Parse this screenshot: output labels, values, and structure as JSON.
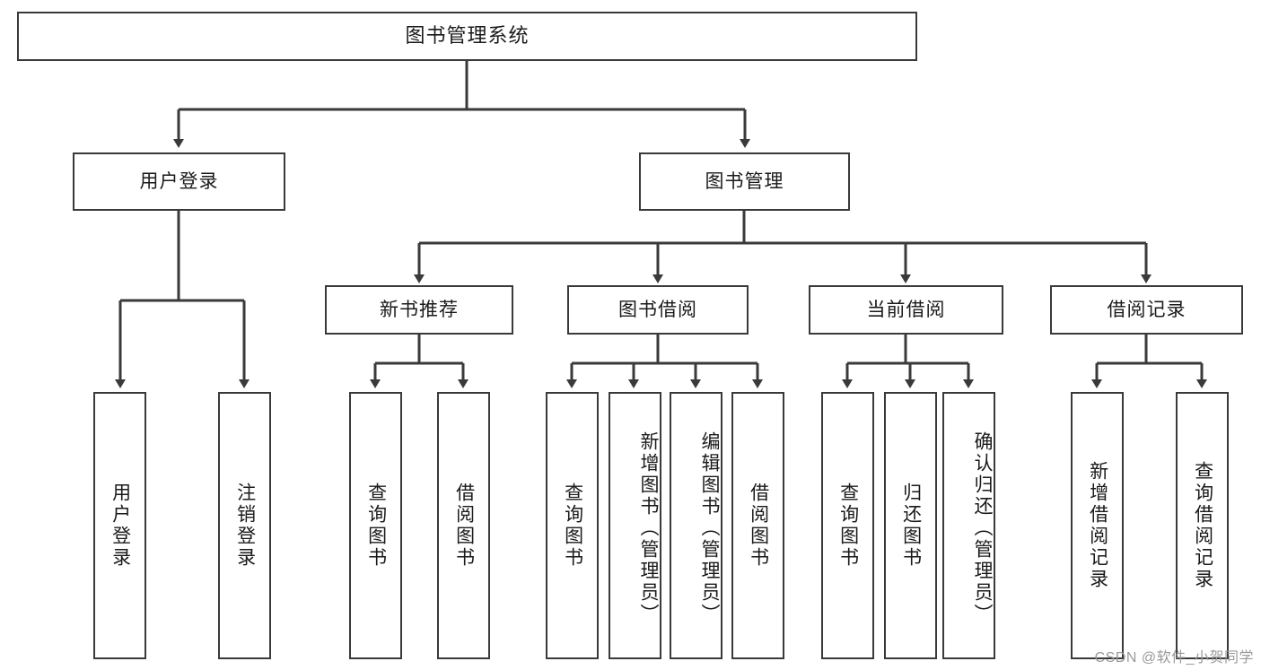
{
  "diagram": {
    "type": "tree-hierarchy",
    "title": "图书管理系统",
    "root": {
      "label": "图书管理系统",
      "children": [
        {
          "label": "用户登录",
          "children": [
            {
              "label": "用户登录"
            },
            {
              "label": "注销登录"
            }
          ]
        },
        {
          "label": "图书管理",
          "children": [
            {
              "label": "新书推荐",
              "children": [
                {
                  "label": "查询图书"
                },
                {
                  "label": "借阅图书"
                }
              ]
            },
            {
              "label": "图书借阅",
              "children": [
                {
                  "label": "查询图书"
                },
                {
                  "label": "新增图书（管理员）"
                },
                {
                  "label": "编辑图书（管理员）"
                },
                {
                  "label": "借阅图书"
                }
              ]
            },
            {
              "label": "当前借阅",
              "children": [
                {
                  "label": "查询图书"
                },
                {
                  "label": "归还图书"
                },
                {
                  "label": "确认归还（管理员）"
                }
              ]
            },
            {
              "label": "借阅记录",
              "children": [
                {
                  "label": "新增借阅记录"
                },
                {
                  "label": "查询借阅记录"
                }
              ]
            }
          ]
        }
      ]
    },
    "nodes": {
      "root": "图书管理系统",
      "user_login": "用户登录",
      "book_manage": "图书管理",
      "new_book_rec": "新书推荐",
      "book_borrow": "图书借阅",
      "current_borrow": "当前借阅",
      "borrow_record": "借阅记录",
      "leaf_user_login": "用户登录",
      "leaf_logout": "注销登录",
      "leaf_query_book_1": "查询图书",
      "leaf_borrow_book_1": "借阅图书",
      "leaf_query_book_2": "查询图书",
      "leaf_add_book": "新增图书（管理员）",
      "leaf_edit_book": "编辑图书（管理员）",
      "leaf_borrow_book_2": "借阅图书",
      "leaf_query_book_3": "查询图书",
      "leaf_return_book": "归还图书",
      "leaf_confirm_return": "确认归还（管理员）",
      "leaf_add_record": "新增借阅记录",
      "leaf_query_record": "查询借阅记录"
    },
    "colors": {
      "stroke": "#3a3a3a",
      "fill": "#ffffff",
      "text": "#1a1a1a",
      "watermark": "#9a9a9a"
    }
  },
  "watermark": "CSDN @软件_小贺同学"
}
